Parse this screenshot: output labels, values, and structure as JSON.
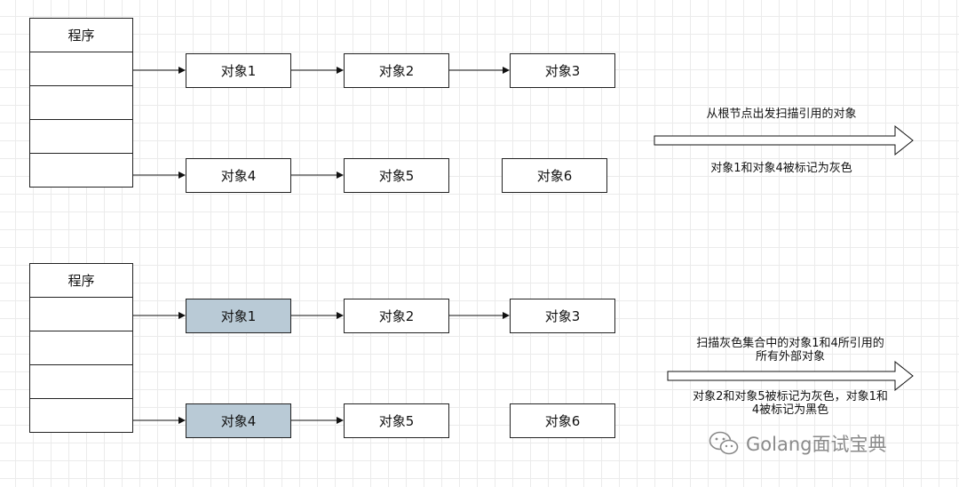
{
  "top": {
    "program_label": "程序",
    "objects": {
      "o1": "对象1",
      "o2": "对象2",
      "o3": "对象3",
      "o4": "对象4",
      "o5": "对象5",
      "o6": "对象6"
    },
    "note_above_arrow": "从根节点出发扫描引用的对象",
    "note_below_arrow": "对象1和对象4被标记为灰色"
  },
  "bottom": {
    "program_label": "程序",
    "objects": {
      "o1": "对象1",
      "o2": "对象2",
      "o3": "对象3",
      "o4": "对象4",
      "o5": "对象5",
      "o6": "对象6"
    },
    "note_above_arrow": [
      "扫描灰色集合中的对象1和4所引用的",
      "所有外部对象"
    ],
    "note_below_arrow": [
      "对象2和对象5被标记为灰色，对象1和",
      "4被标记为黑色"
    ]
  },
  "colors": {
    "gray_marked": "#b9cad6"
  },
  "watermark": {
    "icon": "wechat-icon",
    "text": "Golang面试宝典"
  }
}
